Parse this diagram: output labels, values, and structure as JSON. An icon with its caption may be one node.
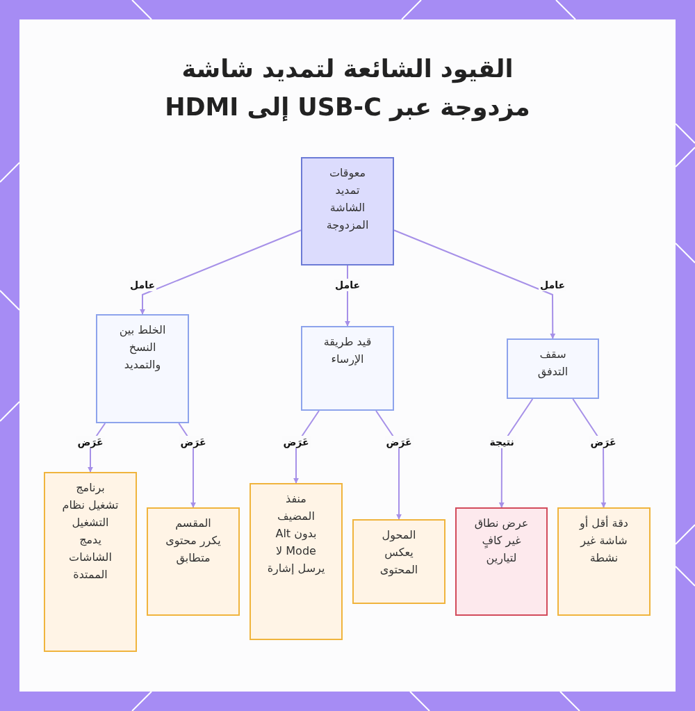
{
  "diagram": {
    "title": "القيود الشائعة لتمديد شاشة مزدوجة عبر USB-C إلى HDMI",
    "nodes": [
      {
        "text": [
          "معوقات تمديد الشاشة المزدوجة"
        ]
      },
      {
        "text": [
          "الخلط بين النسخ والتمديد"
        ]
      },
      {
        "text": [
          "قيد طريقة الإرساء"
        ]
      },
      {
        "text": [
          "سقف التدفق"
        ]
      },
      {
        "text": [
          "برنامج تشغيل نظام التشغيل يدمج الشاشات الممتدة"
        ]
      },
      {
        "text": [
          "المقسم يكرر محتوى متطابق"
        ]
      },
      {
        "text": [
          "منفذ المضيف بدون Alt Mode لا يرسل إشارة"
        ]
      },
      {
        "text": [
          "المحول يعكس المحتوى"
        ]
      },
      {
        "text": [
          "عرض نطاق غير كافٍ لتيارين"
        ]
      },
      {
        "text": [
          "دقة أقل أو شاشة غير نشطة"
        ]
      }
    ],
    "edges": [
      {
        "from": 0,
        "to": 1,
        "arrow": "to",
        "label": "عامل"
      },
      {
        "from": 0,
        "to": 2,
        "arrow": "to",
        "label": "عامل"
      },
      {
        "from": 0,
        "to": 3,
        "arrow": "to",
        "label": "عامل"
      },
      {
        "from": 1,
        "to": 4,
        "arrow": "to",
        "label": "عَرَض"
      },
      {
        "from": 1,
        "to": 5,
        "arrow": "to",
        "label": "عَرَض"
      },
      {
        "from": 2,
        "to": 6,
        "arrow": "to",
        "label": "عَرَض"
      },
      {
        "from": 2,
        "to": 7,
        "arrow": "to",
        "label": "عَرَض"
      },
      {
        "from": 3,
        "to": 8,
        "arrow": "to",
        "label": "نتيجة"
      },
      {
        "from": 3,
        "to": 9,
        "arrow": "to",
        "label": "عَرَض"
      }
    ]
  }
}
